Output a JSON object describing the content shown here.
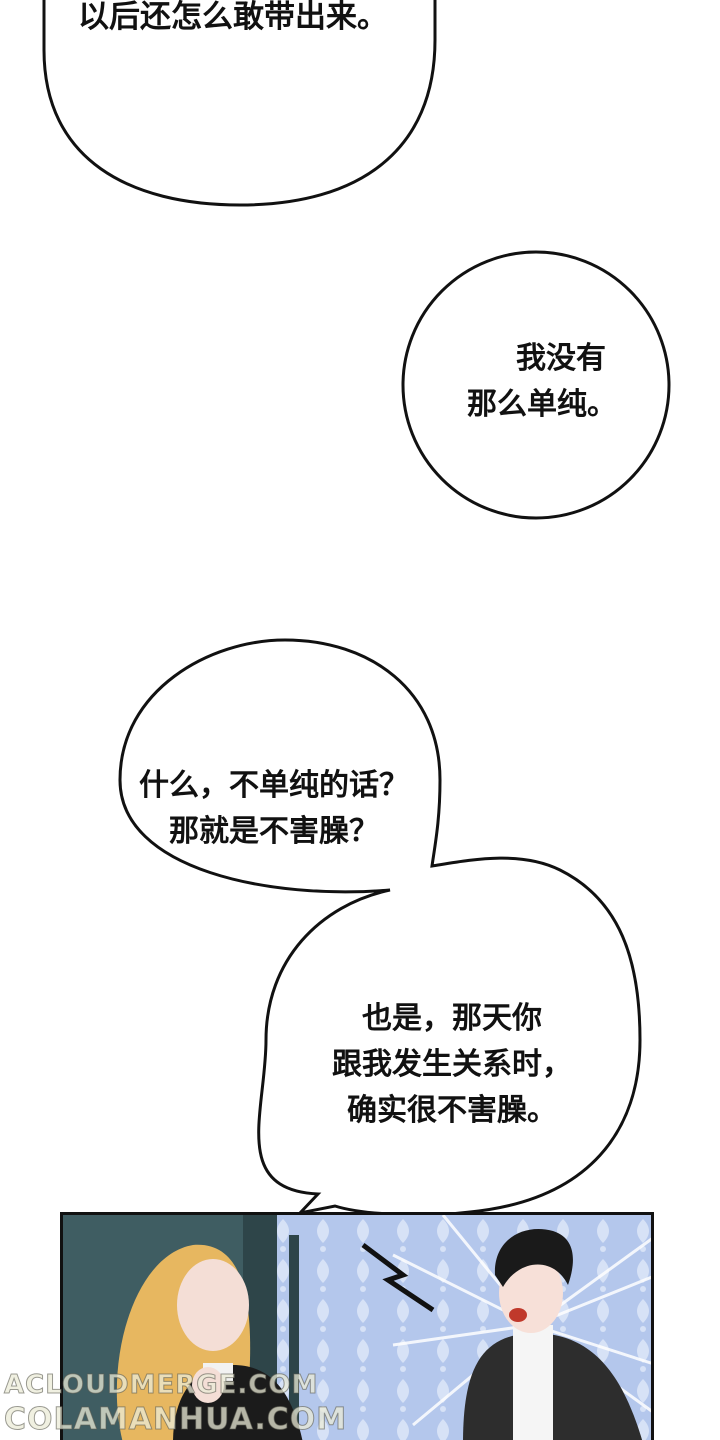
{
  "bubbles": {
    "top": {
      "lines": [
        "以后还怎么敢带出来。"
      ]
    },
    "right": {
      "lines": [
        "我没有",
        "那么单纯。"
      ]
    },
    "question": {
      "lines": [
        "什么，不单纯的话？",
        "那就是不害臊？"
      ]
    },
    "reply": {
      "lines": [
        "也是，那天你",
        "跟我发生关系时，",
        "确实很不害臊。"
      ]
    }
  },
  "watermark": {
    "line1": "ACLOUDMERGE.COM",
    "line2": "COLAMANHUA.COM"
  },
  "colors": {
    "panel_wall": "#3f5d62",
    "curtain": "#a9bfe6",
    "hair_blond": "#e7b760",
    "hair_black": "#1a1a1a"
  }
}
